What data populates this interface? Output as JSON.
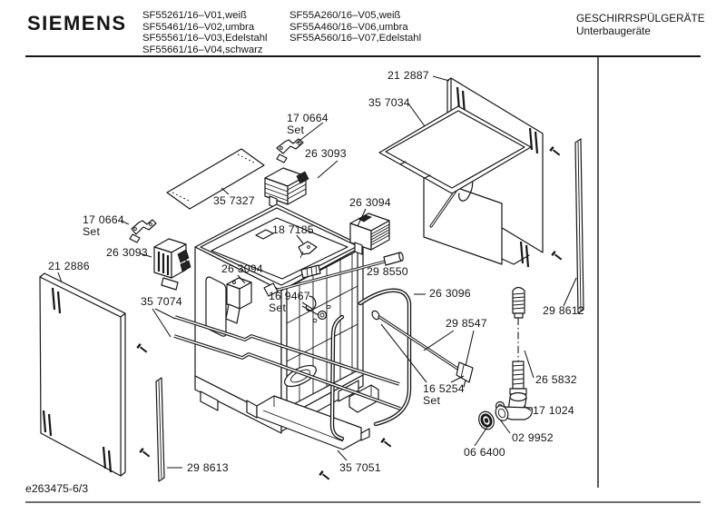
{
  "header": {
    "brand": "SIEMENS",
    "models_col1": [
      "SF55261/16–V01,weiß",
      "SF55461/16–V02,umbra",
      "SF55561/16–V03,Edelstahl",
      "SF55661/16–V04,schwarz"
    ],
    "models_col2": [
      "SF55A260/16–V05,weiß",
      "SF55A460/16–V06,umbra",
      "SF55A560/16–V07,Edelstahl"
    ],
    "category": "GESCHIRRSPÜLGERÄTE",
    "subcategory": "Unterbaugeräte"
  },
  "diagram": {
    "parts": [
      {
        "label": "21 2887"
      },
      {
        "label": "35 7034"
      },
      {
        "label": "17 0664",
        "sub": "Set"
      },
      {
        "label": "26 3093"
      },
      {
        "label": "35 7327"
      },
      {
        "label": "26 3094"
      },
      {
        "label": "18 7185"
      },
      {
        "label": "17 0664",
        "sub": "Set"
      },
      {
        "label": "26 3093"
      },
      {
        "label": "21 2886"
      },
      {
        "label": "26 3094"
      },
      {
        "label": "29 8550"
      },
      {
        "label": "26 3096"
      },
      {
        "label": "16 9467",
        "sub": "Set"
      },
      {
        "label": "35 7074"
      },
      {
        "label": "29 8547"
      },
      {
        "label": "29 8612"
      },
      {
        "label": "26 5832"
      },
      {
        "label": "16 5254",
        "sub": "Set"
      },
      {
        "label": "17 1024"
      },
      {
        "label": "02 9952"
      },
      {
        "label": "06 6400"
      },
      {
        "label": "29 8613"
      },
      {
        "label": "35 7051"
      }
    ]
  },
  "footer": {
    "doc_number": "e263475-6/3"
  },
  "colors": {
    "ink": "#161616",
    "background": "#ffffff"
  }
}
